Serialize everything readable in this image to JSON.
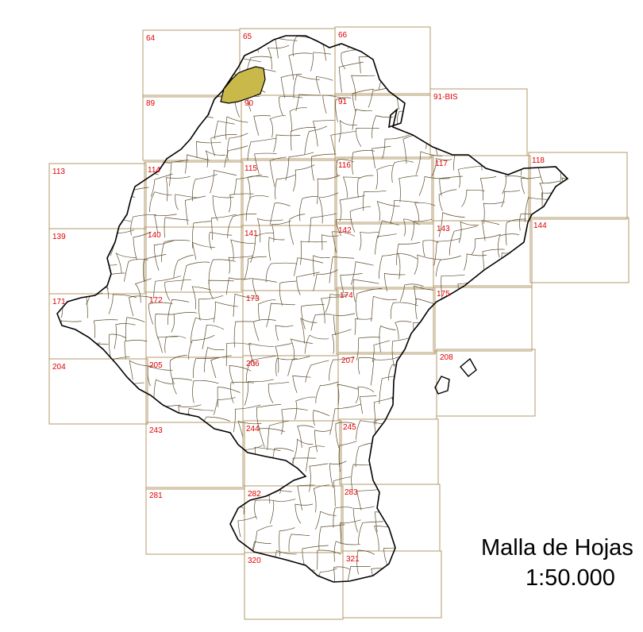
{
  "legend": {
    "title": "Malla de Hojas",
    "scale": "1:50.000"
  },
  "colors": {
    "grid": "#b39a6a",
    "label": "#e00000",
    "municipality": "#5a4a2a",
    "outline": "#000000",
    "highlight": "#c9b94a"
  },
  "sheets": [
    "64",
    "65",
    "66",
    "89",
    "90",
    "91",
    "91-BIS",
    "113",
    "114",
    "115",
    "116",
    "117",
    "118",
    "139",
    "140",
    "141",
    "142",
    "143",
    "144",
    "171",
    "172",
    "173",
    "174",
    "175",
    "204",
    "205",
    "206",
    "207",
    "208",
    "243",
    "244",
    "245",
    "281",
    "282",
    "283",
    "320",
    "321"
  ]
}
